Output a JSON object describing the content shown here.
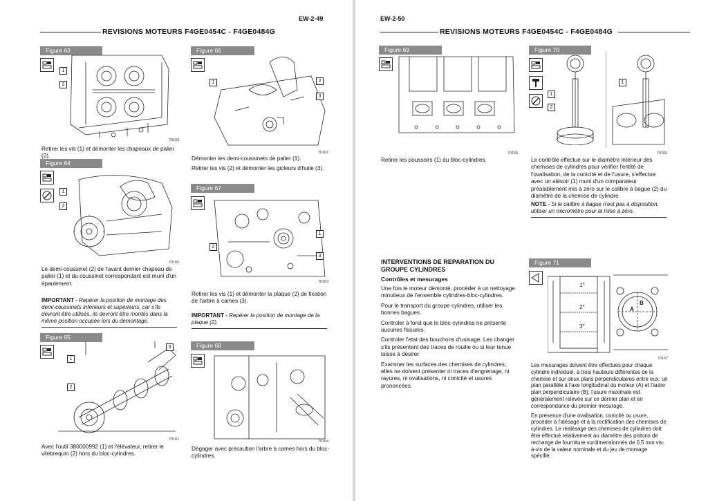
{
  "left": {
    "page_number": "EW-2-49",
    "header": "REVISIONS MOTEURS F4GE0454C - F4GE0484G",
    "fig63": {
      "label": "Figure 63",
      "num": "70159",
      "callouts": [
        "1",
        "2"
      ],
      "caption": "Retirer les vis (1) et démonter les chapeaux de palier (2)."
    },
    "fig64": {
      "label": "Figure 64",
      "num": "70160",
      "callouts": [
        "1",
        "2"
      ],
      "caption": "Le demi-coussinet (2) de l'avant dernier chapeau de palier (1) et du coussinet correspondant est muni d'un épaulement."
    },
    "important1": {
      "lead": "IMPORTANT -",
      "text": "Repérer la position de montage des demi-coussinets inférieurs et supérieurs, car s'ils devront être utilisés, ils devront être montés dans la même position occupée lors du démontage."
    },
    "fig65": {
      "label": "Figure 65",
      "num": "70161",
      "callouts": [
        "1",
        "2",
        "3"
      ],
      "caption": "Avec l'outil 380000992 (1) et l'élévateur, retirer le vilebrequin (2) hors du bloc-cylindres."
    },
    "fig66": {
      "label": "Figure 66",
      "num": "70162",
      "callouts": [
        "1",
        "2",
        "3"
      ],
      "caption1": "Démonter les demi-coussinets de palier (1).",
      "caption2": "Retirer les vis (2) et démonter les gicleurs d'huile (3)."
    },
    "fig67": {
      "label": "Figure 67",
      "num": "70163",
      "callouts": [
        "1",
        "2",
        "3"
      ],
      "caption": "Retirer les vis (1) et démonter la plaque (2) de fixation de l'arbre à cames (3)."
    },
    "important2": {
      "lead": "IMPORTANT -",
      "text": "Repérer la position de montage de la plaque (2)."
    },
    "fig68": {
      "label": "Figure 68",
      "num": "70164",
      "caption": "Dégager avec précaution l'arbre à cames hors du bloc-cylindres."
    }
  },
  "right": {
    "page_number": "EW-2-50",
    "header": "REVISIONS MOTEURS F4GE0454C - F4GE0484G",
    "fig69": {
      "label": "Figure 69",
      "num": "70165",
      "caption": "Retirer les poussoirs (1) du bloc-cylindres."
    },
    "fig70": {
      "label": "Figure 70",
      "num": "70166",
      "callouts": [
        "1",
        "2",
        "1"
      ],
      "caption": "Le contrôle effectué sur le diamètre intérieur des chemises de cylindres pour vérifier l'entité de l'ovalisation, de la conicité et de l'usure, s'effectue avec un alésoir (1) muni d'un comparateur préalablement mis à zéro sur le calibre à bague (2) du diamètre de la chemise de cylindre."
    },
    "note": {
      "lead": "NOTE -",
      "text": "Si le calibre à bague n'est pas à disposition, utiliser un micromètre pour la mise à zéro."
    },
    "section_title": "INTERVENTIONS DE REPARATION DU GROUPE CYLINDRES",
    "subsection": "Contrôles et mesurages",
    "paragraphs": [
      "Une fois le moteur démonté, procéder à un nettoyage minutieux de l'ensemble cylindres-bloc-cylindres.",
      "Pour le transport du groupe cylindres, utiliser les bonnes bagues.",
      "Controler à fond que le bloc-cylindres ne présente aucunes fissures.",
      "Controler l'etat des bouchons d'usinage. Les changer s'ils présentent des traces de rouille ou si leur tenue laisse à désirer",
      "Examiner les surfaces des chemises de cylindres; elles ne doivent présenter ni traces d'engrenage, ni rayures, ni ovalisations, ni conicité et usures prononcées."
    ],
    "fig71": {
      "label": "Figure 71",
      "num": "70167",
      "levels": [
        "1°",
        "2°",
        "3°"
      ],
      "axes": [
        "A",
        "B"
      ],
      "caption1": "Les mesurages doivent être effectués pour chaque cylindre individuel, à trois hauteurs différentes de la chemise et sur deux plans perpendiculaires entre eux: un plan parallèle à l'axe longitudinal du moteur (A) et l'autre plan perpendiculaire (B); l'usure maximale est généralement relevée sur ce dernier plan et en correspondance du premier mesurage.",
      "caption2": "En présence d'une ovalisation, conicité ou usure, procéder à l'alésage et à la rectification des chemises de cylindres. Le réalésage des chemises de cylindres doit être effectué relativement au diamètre des pistons de rechange de fourniture surdimensionnés de 0,5 mm vis-à-vis de la valeur nominale et du jeu de montage spécifié."
    }
  }
}
